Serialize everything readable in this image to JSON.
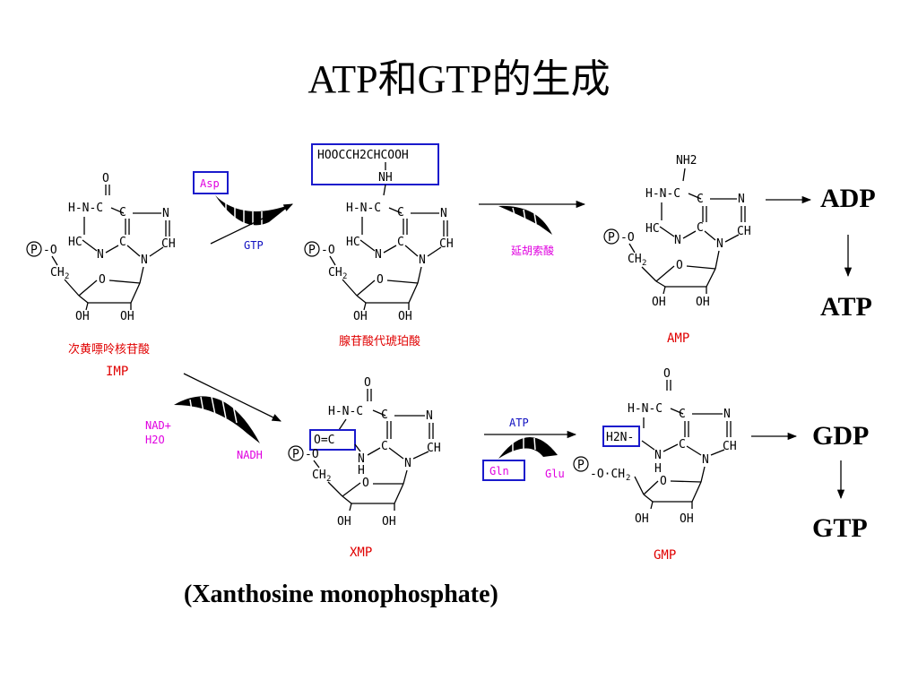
{
  "title": {
    "part1": "ATP",
    "part2": "和",
    "part3": "GTP",
    "part4": "的生成"
  },
  "caption": "(Xanthosine monophosphate)",
  "products": {
    "adp": "ADP",
    "atp": "ATP",
    "gdp": "GDP",
    "gtp": "GTP"
  },
  "molecules": {
    "imp": {
      "cn_name": "次黄嘌呤核苷酸",
      "abbr": "IMP"
    },
    "adenylosuccinate": {
      "cn_name": "腺苷酸代琥珀酸",
      "substituent": "HOOCCH2CHCOOH"
    },
    "amp": {
      "abbr": "AMP",
      "amino": "NH2"
    },
    "xmp": {
      "abbr": "XMP",
      "group": "O=C"
    },
    "gmp": {
      "abbr": "GMP",
      "amino": "H2N-"
    }
  },
  "reagents": {
    "asp": "Asp",
    "gtp": "GTP",
    "fumarate": "延胡索酸",
    "nad": "NAD+",
    "water": "H2O",
    "nadh": "NADH",
    "atp": "ATP",
    "gln": "Gln",
    "glu": "Glu"
  },
  "colors": {
    "name": "#e00000",
    "reagent_blue": "#1010c0",
    "reagent_magenta": "#e000e0",
    "box": "#1a1acc"
  }
}
